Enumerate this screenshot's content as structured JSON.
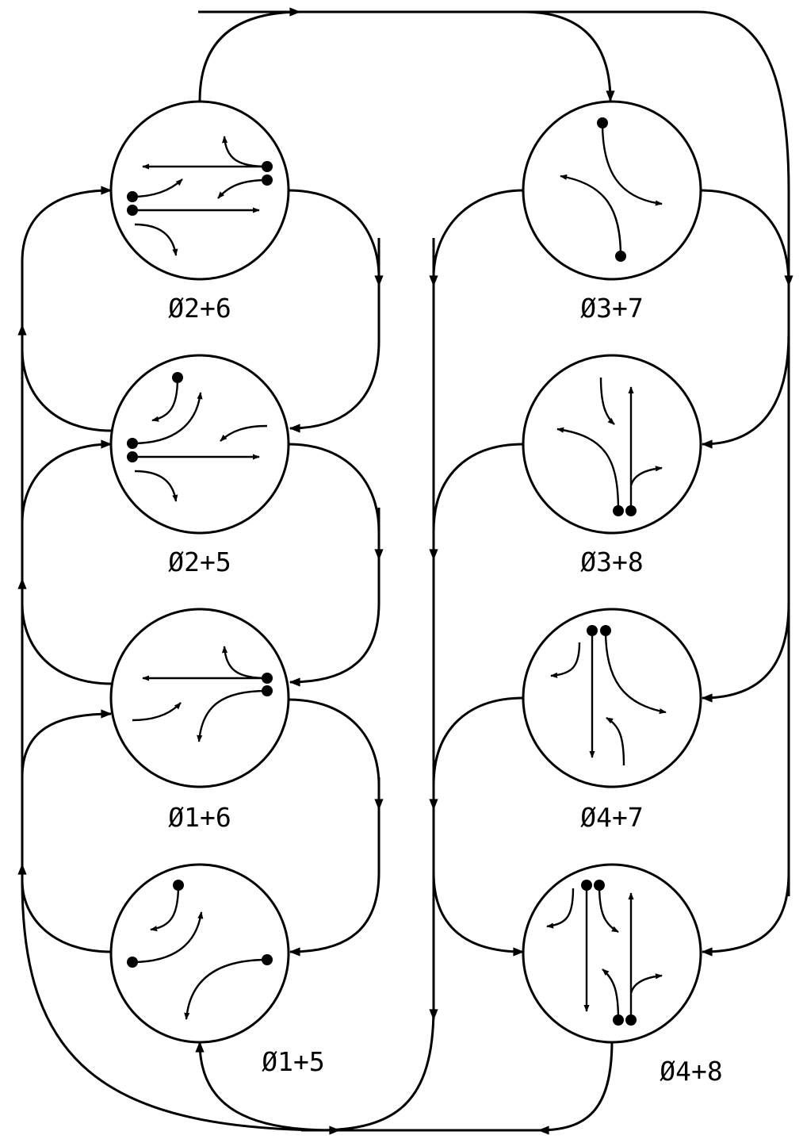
{
  "phases": {
    "p2_6": "Ø2+6",
    "p2_5": "Ø2+5",
    "p1_6": "Ø1+6",
    "p1_5": "Ø1+5",
    "p3_7": "Ø3+7",
    "p3_8": "Ø3+8",
    "p4_7": "Ø4+7",
    "p4_8": "Ø4+8"
  },
  "colors": {
    "line": "#000000",
    "background": "#ffffff"
  }
}
